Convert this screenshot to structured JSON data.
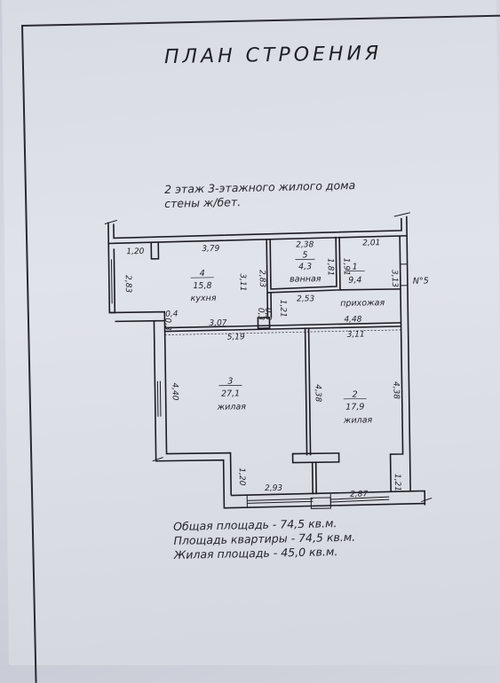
{
  "title": "ПЛАН СТРОЕНИЯ",
  "notes": {
    "line1": "2 этаж  3-этажного жилого дома",
    "line2": "стены ж/бет."
  },
  "apartment_label": "N°5",
  "rooms": [
    {
      "number": "1",
      "area": "9,4",
      "name": "прихожая"
    },
    {
      "number": "2",
      "area": "17,9",
      "name": "жилая"
    },
    {
      "number": "3",
      "area": "27,1",
      "name": "жилая"
    },
    {
      "number": "4",
      "area": "15,8",
      "name": "кухня"
    },
    {
      "number": "5",
      "area": "4,3",
      "name": "ванная"
    }
  ],
  "dimensions": {
    "d_120_top": "1,20",
    "d_379": "3,79",
    "d_238": "2,38",
    "d_201": "2,01",
    "d_283_left": "2,83",
    "d_311_kitchen": "3,11",
    "d_283_mid": "2,83",
    "d_181": "1,81",
    "d_191": "1,91",
    "d_313": "3,13",
    "d_253": "2,53",
    "d_04": "0,4",
    "d_03_a": "0,3",
    "d_307": "3,07",
    "d_03_b": "0,3",
    "d_03_c": "0,3",
    "d_121_mid": "1,21",
    "d_448": "4,48",
    "d_519": "5,19",
    "d_311_right": "3,11",
    "d_440": "4,40",
    "d_438_mid": "4,38",
    "d_438_right": "4,38",
    "d_120_bottom": "1,20",
    "d_293": "2,93",
    "d_287": "2,87",
    "d_121_right": "1,21"
  },
  "totals": {
    "total": "Общая площадь - 74,5 кв.м.",
    "apartment": "Площадь квартиры - 74,5 кв.м.",
    "living": "Жилая площадь - 45,0 кв.м."
  }
}
